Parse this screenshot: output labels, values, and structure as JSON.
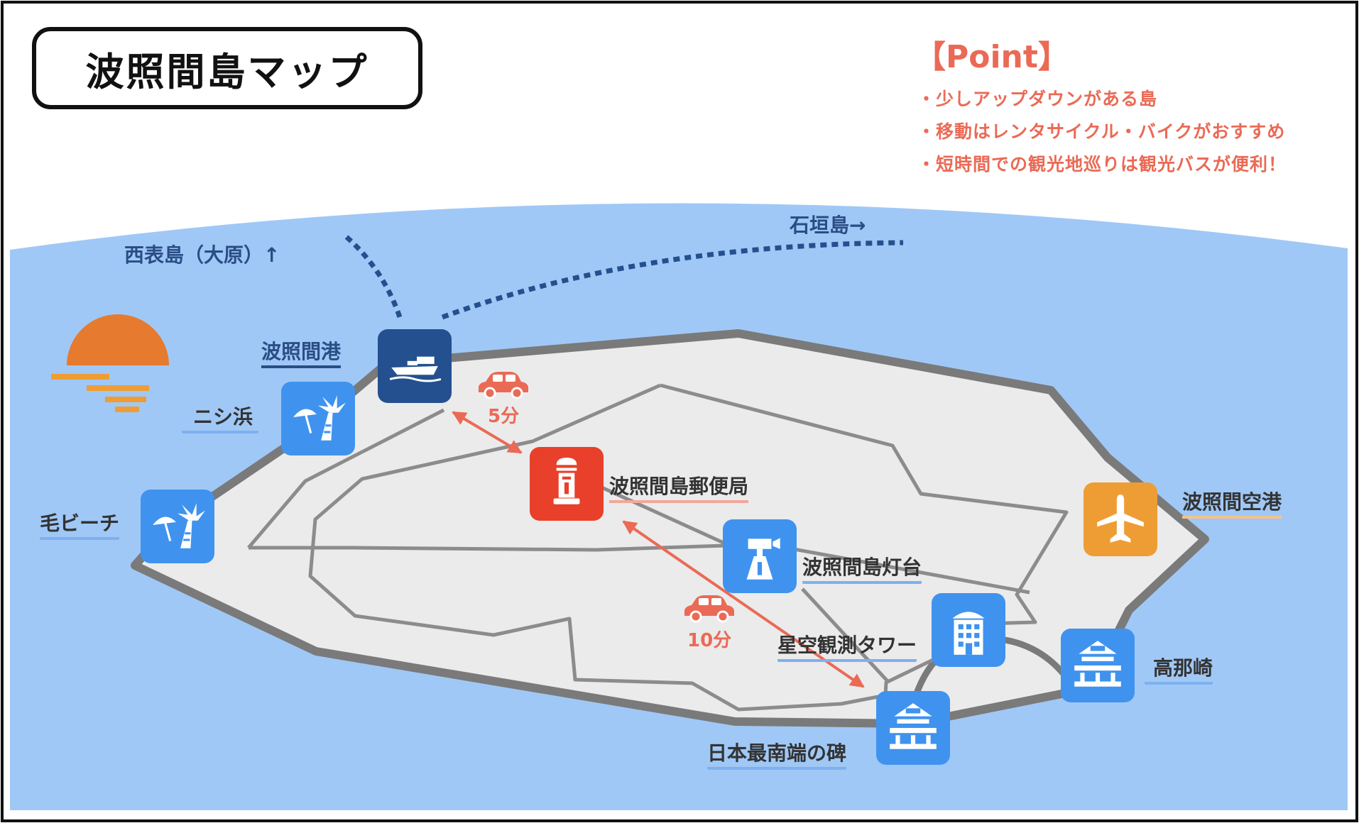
{
  "title": "波照間島マップ",
  "point": {
    "heading": "【Point】",
    "items": [
      "・少しアップダウンがある島",
      "・移動はレンタサイクル・バイクがおすすめ",
      "・短時間での観光地巡りは観光バスが便利！"
    ]
  },
  "destinations": {
    "iriomote": "西表島（大原）↑",
    "ishigaki": "石垣島→"
  },
  "places": {
    "port": "波照間港",
    "nishihama": "ニシ浜",
    "keibeach": "毛ビーチ",
    "post_office": "波照間島郵便局",
    "lighthouse": "波照間島灯台",
    "tower": "星空観測タワー",
    "monument": "日本最南端の碑",
    "airport": "波照間空港",
    "takanazaki": "高那崎"
  },
  "travel_times": {
    "port_to_post_office": "5分",
    "post_office_to_monument": "10分"
  },
  "icons": {
    "port": "ferry-icon",
    "nishihama": "beach-icon",
    "keibeach": "beach-icon",
    "post_office": "post-box-icon",
    "lighthouse": "lighthouse-icon",
    "tower": "building-icon",
    "monument": "monument-icon",
    "airport": "airplane-icon",
    "takanazaki": "monument-icon",
    "car": "car-icon",
    "sunset": "sunset-icon"
  },
  "colors": {
    "sea": "#a0c8f6",
    "island": "#ebebeb",
    "coast": "#7a7a7a",
    "accent_red": "#ea6a55",
    "navy": "#2a4d85",
    "icon_blue": "#3f93ee",
    "sun": "#e67a2e"
  }
}
